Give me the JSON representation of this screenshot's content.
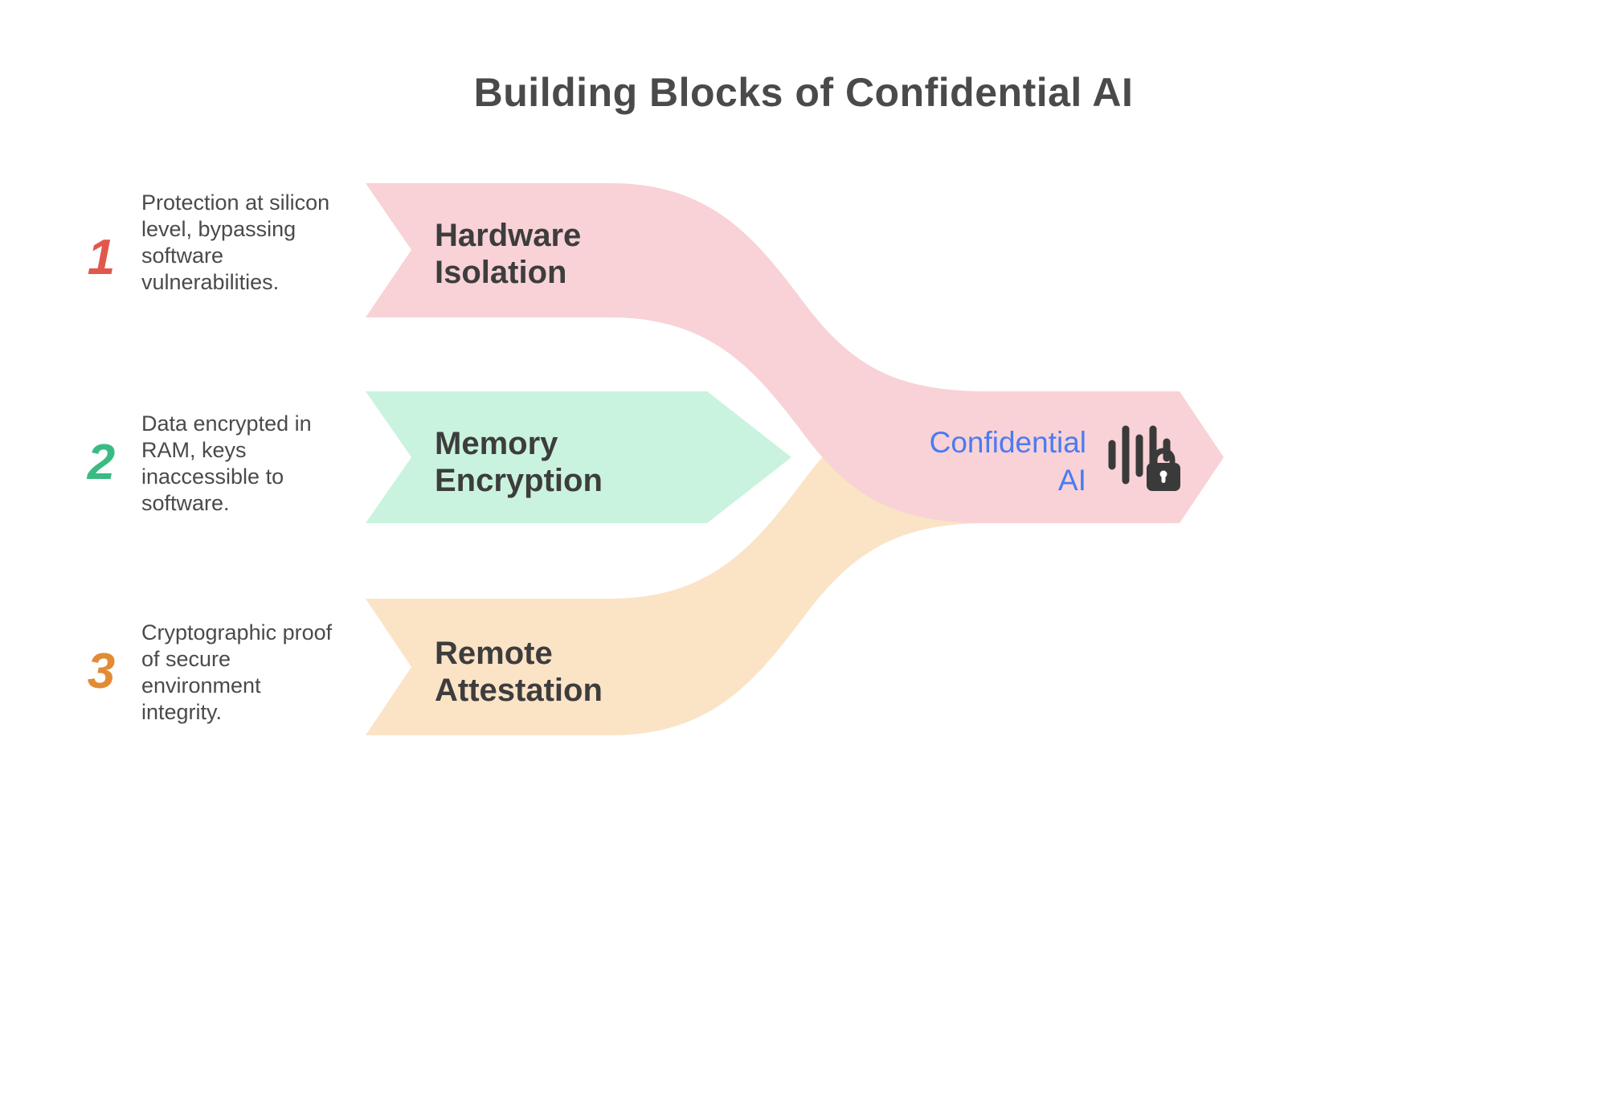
{
  "title": "Building Blocks of Confidential AI",
  "items": [
    {
      "number": "1",
      "number_color": "#e2574c",
      "description": "Protection at silicon level, bypassing software vulnerabilities.",
      "label": "Hardware Isolation",
      "band_color": "#f8d2d6"
    },
    {
      "number": "2",
      "number_color": "#3cba83",
      "description": "Data encrypted in RAM, keys inaccessible to software.",
      "label": "Memory Encryption",
      "band_color": "#c9f3de"
    },
    {
      "number": "3",
      "number_color": "#e28b35",
      "description": "Cryptographic proof of secure environment integrity.",
      "label": "Remote Attestation",
      "band_color": "#fbe3c6"
    }
  ],
  "result": {
    "label": "Confidential AI",
    "label_color": "#4a7bf2",
    "band_color": "#f8d2d6",
    "icon": "waveform-lock-icon",
    "icon_color": "#3a3a3a"
  }
}
